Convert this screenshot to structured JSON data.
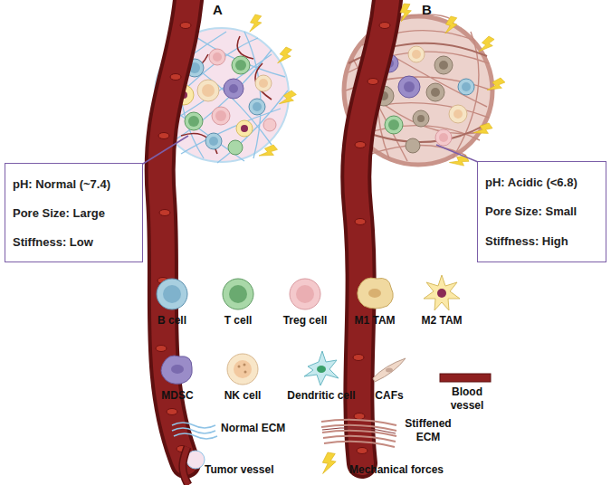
{
  "diagram": {
    "nodes": [
      {
        "text": [
          "pH: Normal (~7.4)",
          "Pore Size: Large",
          "Stiffness: Low"
        ]
      },
      {
        "text": [
          "pH: Acidic (<6.8)",
          "Pore Size: Small",
          "Stiffness: High"
        ]
      }
    ],
    "labels": [
      "A",
      "B"
    ],
    "legend": [
      {
        "text": "B cell"
      },
      {
        "text": "T cell"
      },
      {
        "text": "Treg cell"
      },
      {
        "text": "M1 TAM"
      },
      {
        "text": "M2 TAM"
      },
      {
        "text": "MDSC"
      },
      {
        "text": "NK cell"
      },
      {
        "text": "Dendritic cell"
      },
      {
        "text": "CAFs"
      },
      {
        "text": "Blood vessel"
      },
      {
        "text": "Normal ECM"
      },
      {
        "text": "Stiffened ECM"
      },
      {
        "text": "Tumor vessel"
      },
      {
        "text": "Mechanical forces"
      }
    ]
  }
}
